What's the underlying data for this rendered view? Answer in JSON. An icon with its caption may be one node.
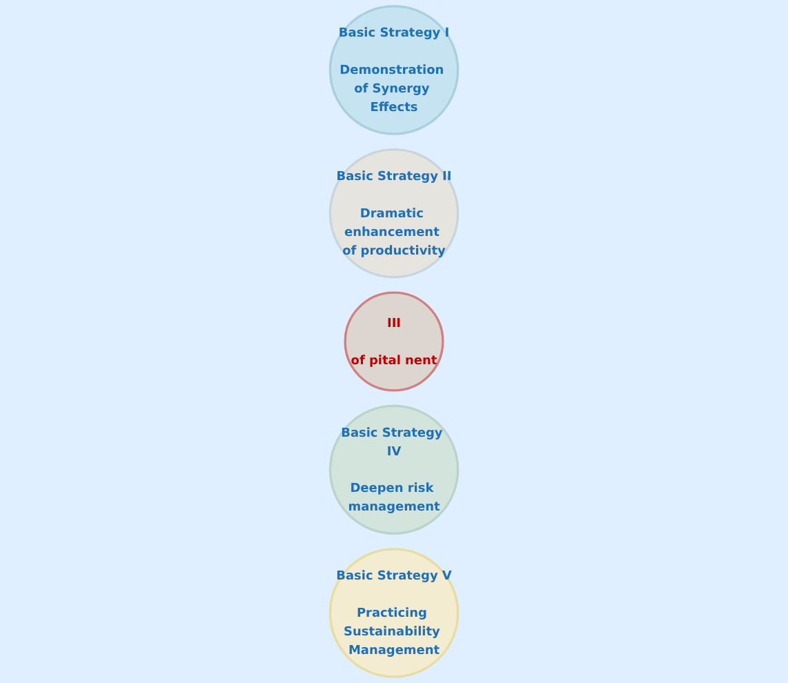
{
  "diagram": {
    "nodes": [
      {
        "text": [
          "Basic Strategy I",
          "Demonstration of Synergy Effects"
        ]
      },
      {
        "text": [
          "Basic Strategy II",
          "Dramatic enhancement of productivity"
        ]
      },
      {
        "text": [
          "III",
          "of pital nent"
        ]
      },
      {
        "text": [
          "Basic Strategy IV",
          "Deepen risk management"
        ]
      },
      {
        "text": [
          "Basic Strategy V",
          "Practicing Sustainability Management"
        ]
      }
    ],
    "edges": []
  }
}
